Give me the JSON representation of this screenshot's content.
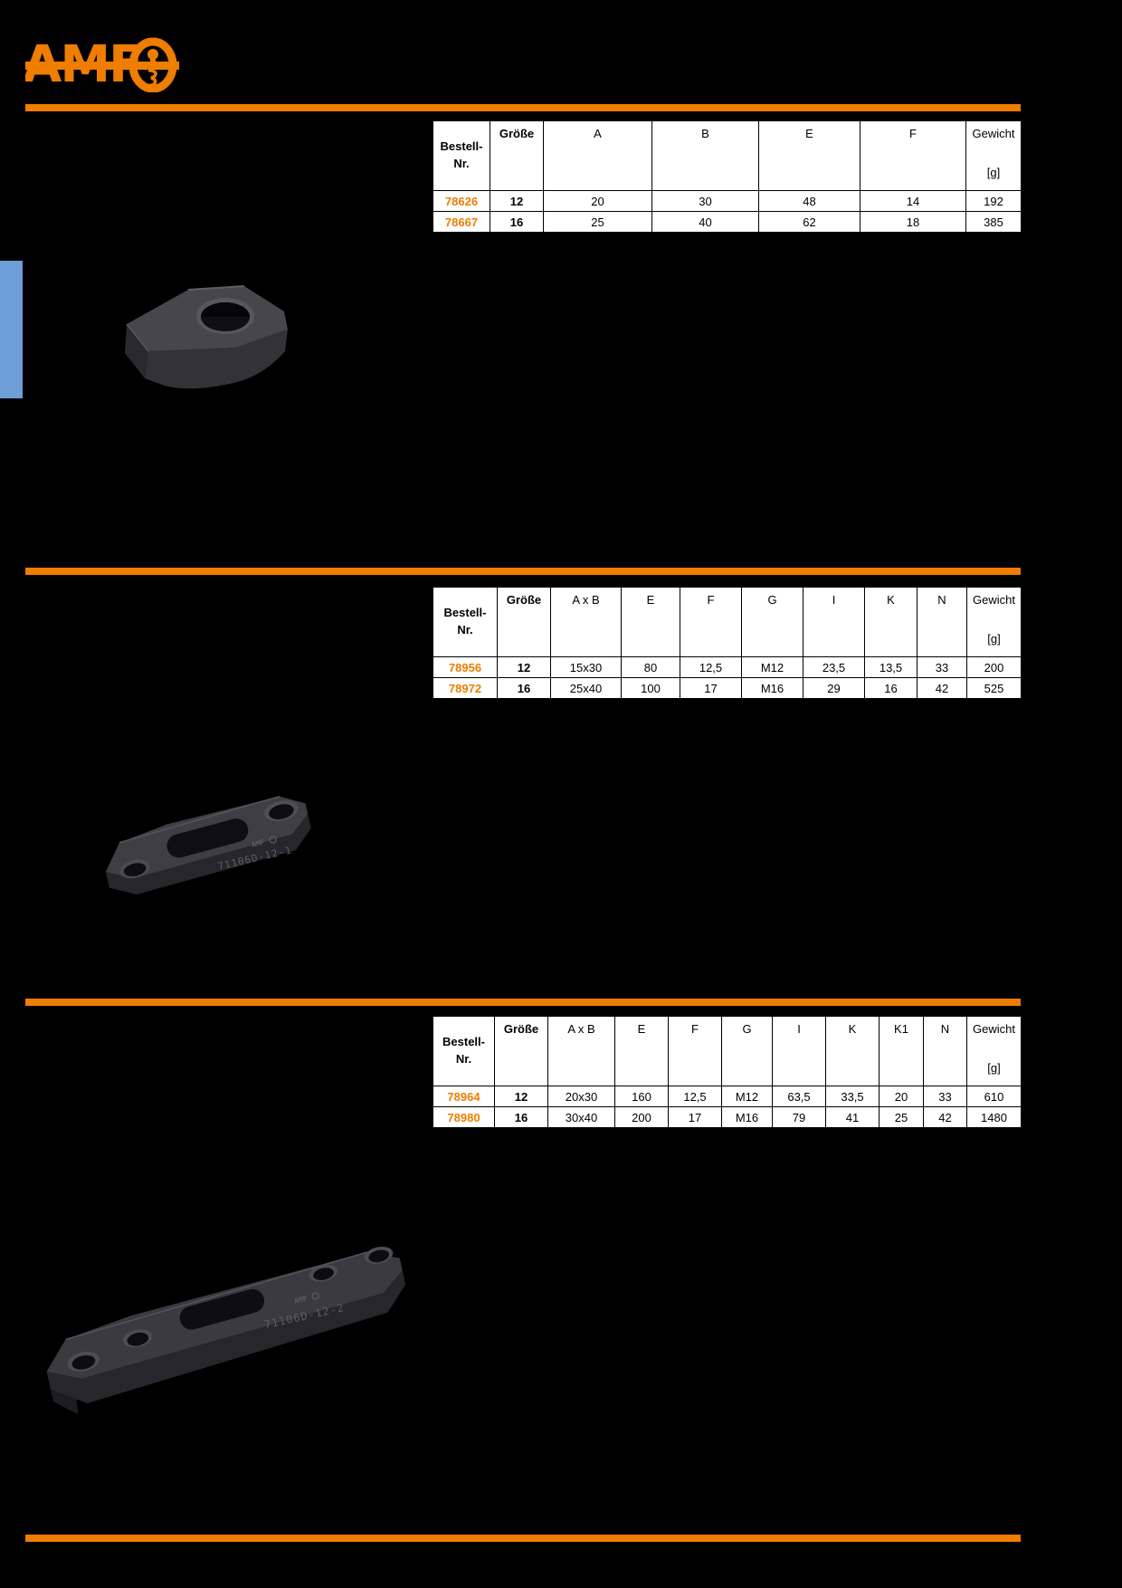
{
  "colors": {
    "brand_orange": "#ee7d00",
    "side_tab_blue": "#6d9ed8",
    "page_background": "#000000",
    "table_background": "#ffffff"
  },
  "logo": {
    "brand": "AMF"
  },
  "tables": [
    {
      "headers": [
        "Bestell-\nNr.",
        "Größe",
        "A",
        "B",
        "E",
        "F",
        "Gewicht"
      ],
      "unit": "[g]",
      "rows": [
        [
          "78626",
          "12",
          "20",
          "30",
          "48",
          "14",
          "192"
        ],
        [
          "78667",
          "16",
          "25",
          "40",
          "62",
          "18",
          "385"
        ]
      ]
    },
    {
      "headers": [
        "Bestell-\nNr.",
        "Größe",
        "A x B",
        "E",
        "F",
        "G",
        "I",
        "K",
        "N",
        "Gewicht"
      ],
      "unit": "[g]",
      "rows": [
        [
          "78956",
          "12",
          "15x30",
          "80",
          "12,5",
          "M12",
          "23,5",
          "13,5",
          "33",
          "200"
        ],
        [
          "78972",
          "16",
          "25x40",
          "100",
          "17",
          "M16",
          "29",
          "16",
          "42",
          "525"
        ]
      ]
    },
    {
      "headers": [
        "Bestell-\nNr.",
        "Größe",
        "A x B",
        "E",
        "F",
        "G",
        "I",
        "K",
        "K1",
        "N",
        "Gewicht"
      ],
      "unit": "[g]",
      "rows": [
        [
          "78964",
          "12",
          "20x30",
          "160",
          "12,5",
          "M12",
          "63,5",
          "33,5",
          "20",
          "33",
          "610"
        ],
        [
          "78980",
          "16",
          "30x40",
          "200",
          "17",
          "M16",
          "79",
          "41",
          "25",
          "42",
          "1480"
        ]
      ]
    }
  ],
  "engravings": [
    {
      "brand": "AMF",
      "number": "71106D-12-1"
    },
    {
      "brand": "AMF",
      "number": "71106D-12-2"
    }
  ]
}
